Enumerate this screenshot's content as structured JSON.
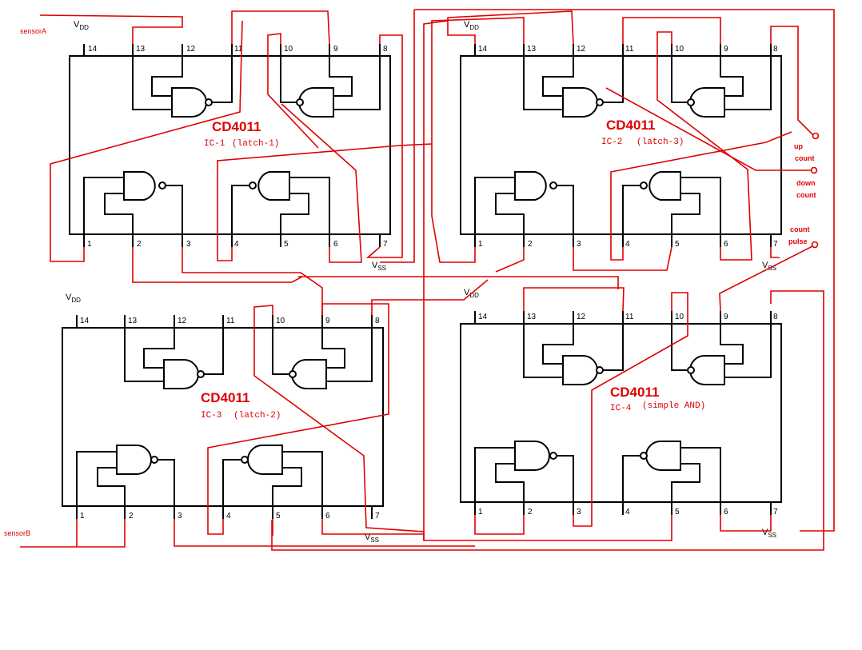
{
  "chips": [
    {
      "id": "ic1",
      "part": "CD4011",
      "label": "IC-1",
      "role": "(latch-1)"
    },
    {
      "id": "ic2",
      "part": "CD4011",
      "label": "IC-2",
      "role": "(latch-3)"
    },
    {
      "id": "ic3",
      "part": "CD4011",
      "label": "IC-3",
      "role": "(latch-2)"
    },
    {
      "id": "ic4",
      "part": "CD4011",
      "label": "IC-4",
      "role": "(simple AND)"
    }
  ],
  "power": {
    "vdd_main": "V",
    "vdd_sub": "DD",
    "vss_main": "V",
    "vss_sub": "SS"
  },
  "pins_top": [
    "14",
    "13",
    "12",
    "11",
    "10",
    "9",
    "8"
  ],
  "pins_bottom": [
    "1",
    "2",
    "3",
    "4",
    "5",
    "6",
    "7"
  ],
  "inputs": {
    "sensor_a": "sensorA",
    "sensor_b": "sensorB",
    "up_count_1": "up",
    "up_count_2": "count",
    "down_count_1": "down",
    "down_count_2": "count",
    "count_pulse_1": "count",
    "count_pulse_2": "pulse"
  },
  "colors": {
    "wire_red": "#e00000",
    "line_black": "#000000",
    "background": "#ffffff"
  }
}
